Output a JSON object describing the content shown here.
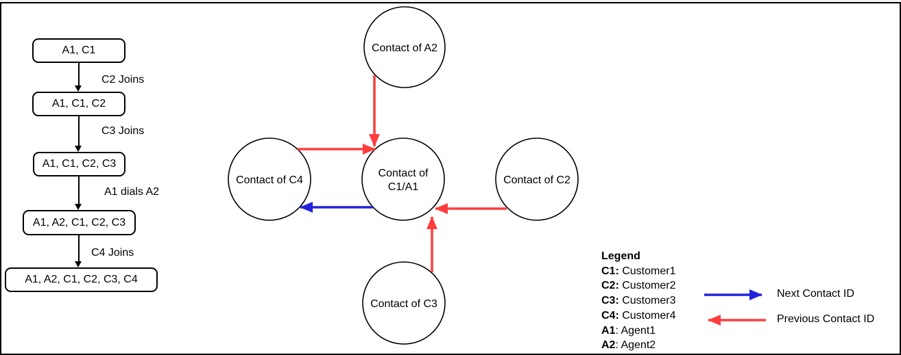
{
  "colors": {
    "previous_arrow": "#FF3D3D",
    "next_arrow": "#2222DD",
    "node_stroke": "#000000",
    "background": "#FFFFFF"
  },
  "flowchart": {
    "steps": [
      {
        "box": "A1, C1"
      },
      {
        "edge_label": "C2 Joins",
        "box": "A1, C1, C2"
      },
      {
        "edge_label": "C3 Joins",
        "box": "A1, C1, C2, C3"
      },
      {
        "edge_label": "A1 dials A2",
        "box": "A1, A2, C1, C2, C3"
      },
      {
        "edge_label": "C4 Joins",
        "box": "A1, A2, C1, C2, C3, C4"
      }
    ]
  },
  "graph": {
    "nodes": {
      "a2": {
        "label": "Contact of A2"
      },
      "c4": {
        "label": "Contact of C4"
      },
      "c1a1": {
        "label_line1": "Contact of",
        "label_line2": "C1/A1"
      },
      "c2": {
        "label": "Contact of C2"
      },
      "c3": {
        "label": "Contact of C3"
      }
    },
    "edges": [
      {
        "from": "Contact of A2",
        "to": "Contact of C1/A1",
        "type": "Previous Contact ID"
      },
      {
        "from": "Contact of C4",
        "to": "Contact of C1/A1",
        "type": "Previous Contact ID"
      },
      {
        "from": "Contact of C1/A1",
        "to": "Contact of C4",
        "type": "Next Contact ID"
      },
      {
        "from": "Contact of C2",
        "to": "Contact of C1/A1",
        "type": "Previous Contact ID"
      },
      {
        "from": "Contact of C3",
        "to": "Contact of C1/A1",
        "type": "Previous Contact ID"
      }
    ]
  },
  "legend": {
    "title": "Legend",
    "entries": [
      {
        "key": "C1:",
        "value": " Customer1"
      },
      {
        "key": "C2:",
        "value": " Customer2"
      },
      {
        "key": "C3:",
        "value": " Customer3"
      },
      {
        "key": "C4:",
        "value": " Customer4"
      },
      {
        "key": "A1",
        "value": ": Agent1"
      },
      {
        "key": "A2",
        "value": ": Agent2"
      }
    ],
    "arrow_meanings": [
      {
        "color": "#2222DD",
        "direction": "right",
        "label": "Next Contact ID"
      },
      {
        "color": "#FF3D3D",
        "direction": "left",
        "label": "Previous Contact ID"
      }
    ]
  }
}
